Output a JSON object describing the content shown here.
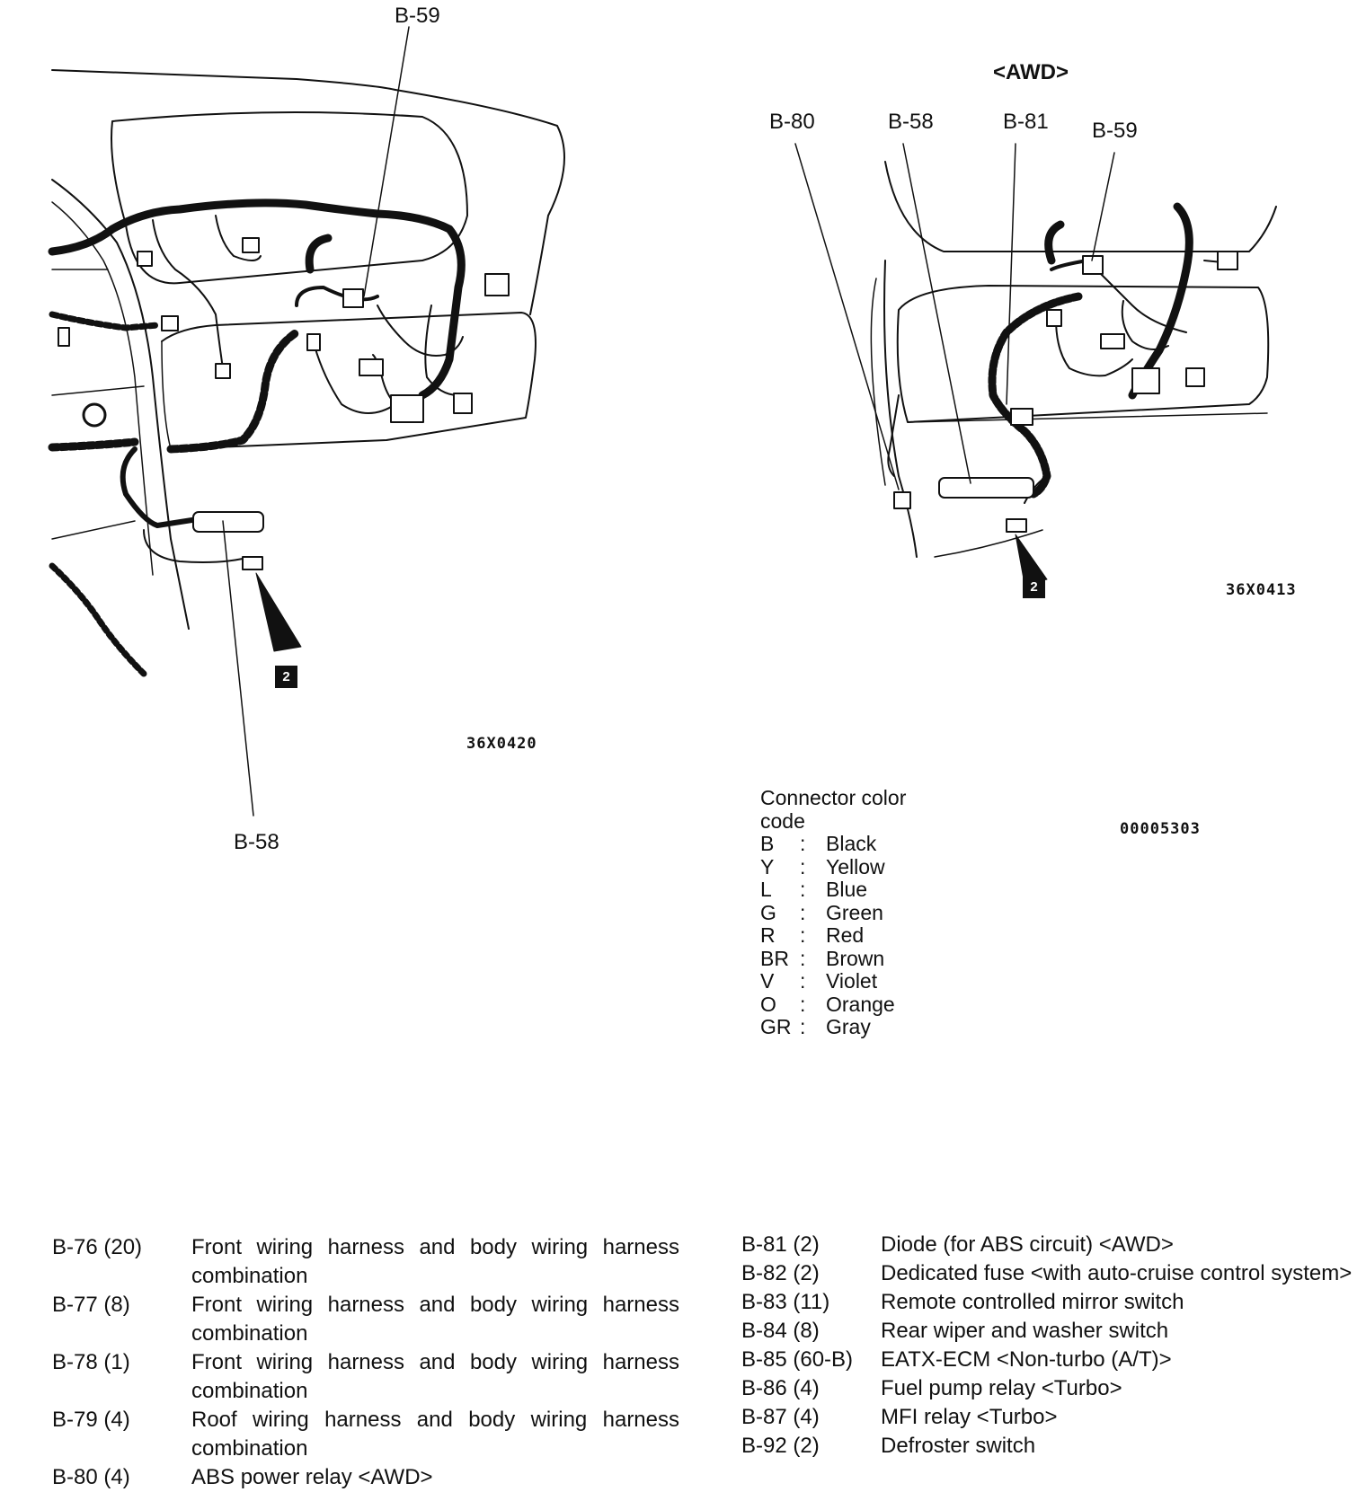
{
  "left_figure": {
    "callout_top": "B-59",
    "callout_bottom": "B-58",
    "badge": "2",
    "figure_code": "36X0420"
  },
  "right_figure": {
    "heading": "<AWD>",
    "callouts": [
      "B-80",
      "B-58",
      "B-81",
      "B-59"
    ],
    "badge": "2",
    "figure_code": "36X0413"
  },
  "doc_code": "00005303",
  "legend": {
    "title": "Connector color code",
    "items": [
      {
        "code": "B",
        "sep": ":",
        "color": "Black"
      },
      {
        "code": "Y",
        "sep": ":",
        "color": "Yellow"
      },
      {
        "code": "L",
        "sep": ":",
        "color": "Blue"
      },
      {
        "code": "G",
        "sep": ":",
        "color": "Green"
      },
      {
        "code": "R",
        "sep": ":",
        "color": "Red"
      },
      {
        "code": "BR",
        "sep": ":",
        "color": "Brown"
      },
      {
        "code": "V",
        "sep": ":",
        "color": "Violet"
      },
      {
        "code": "O",
        "sep": ":",
        "color": "Orange"
      },
      {
        "code": "GR",
        "sep": ":",
        "color": "Gray"
      }
    ]
  },
  "parts_left": [
    {
      "code": "B-76 (20)",
      "desc": "Front wiring harness and body wiring harness combination"
    },
    {
      "code": "B-77 (8)",
      "desc": "Front wiring harness and body wiring harness combination"
    },
    {
      "code": "B-78 (1)",
      "desc": "Front wiring harness and body wiring harness combination"
    },
    {
      "code": "B-79 (4)",
      "desc": "Roof wiring harness and body wiring harness combination"
    },
    {
      "code": "B-80 (4)",
      "desc": "ABS power relay <AWD>"
    }
  ],
  "parts_right": [
    {
      "code": "B-81 (2)",
      "desc": "Diode (for ABS circuit) <AWD>"
    },
    {
      "code": "B-82 (2)",
      "desc": "Dedicated fuse <with auto-cruise control system>"
    },
    {
      "code": "B-83 (11)",
      "desc": "Remote controlled mirror switch"
    },
    {
      "code": "B-84 (8)",
      "desc": "Rear wiper and washer switch"
    },
    {
      "code": "B-85 (60-B)",
      "desc": "EATX-ECM <Non-turbo (A/T)>"
    },
    {
      "code": "B-86 (4)",
      "desc": "Fuel pump relay <Turbo>"
    },
    {
      "code": "B-87 (4)",
      "desc": "MFI relay <Turbo>"
    },
    {
      "code": "B-92 (2)",
      "desc": "Defroster switch"
    }
  ]
}
